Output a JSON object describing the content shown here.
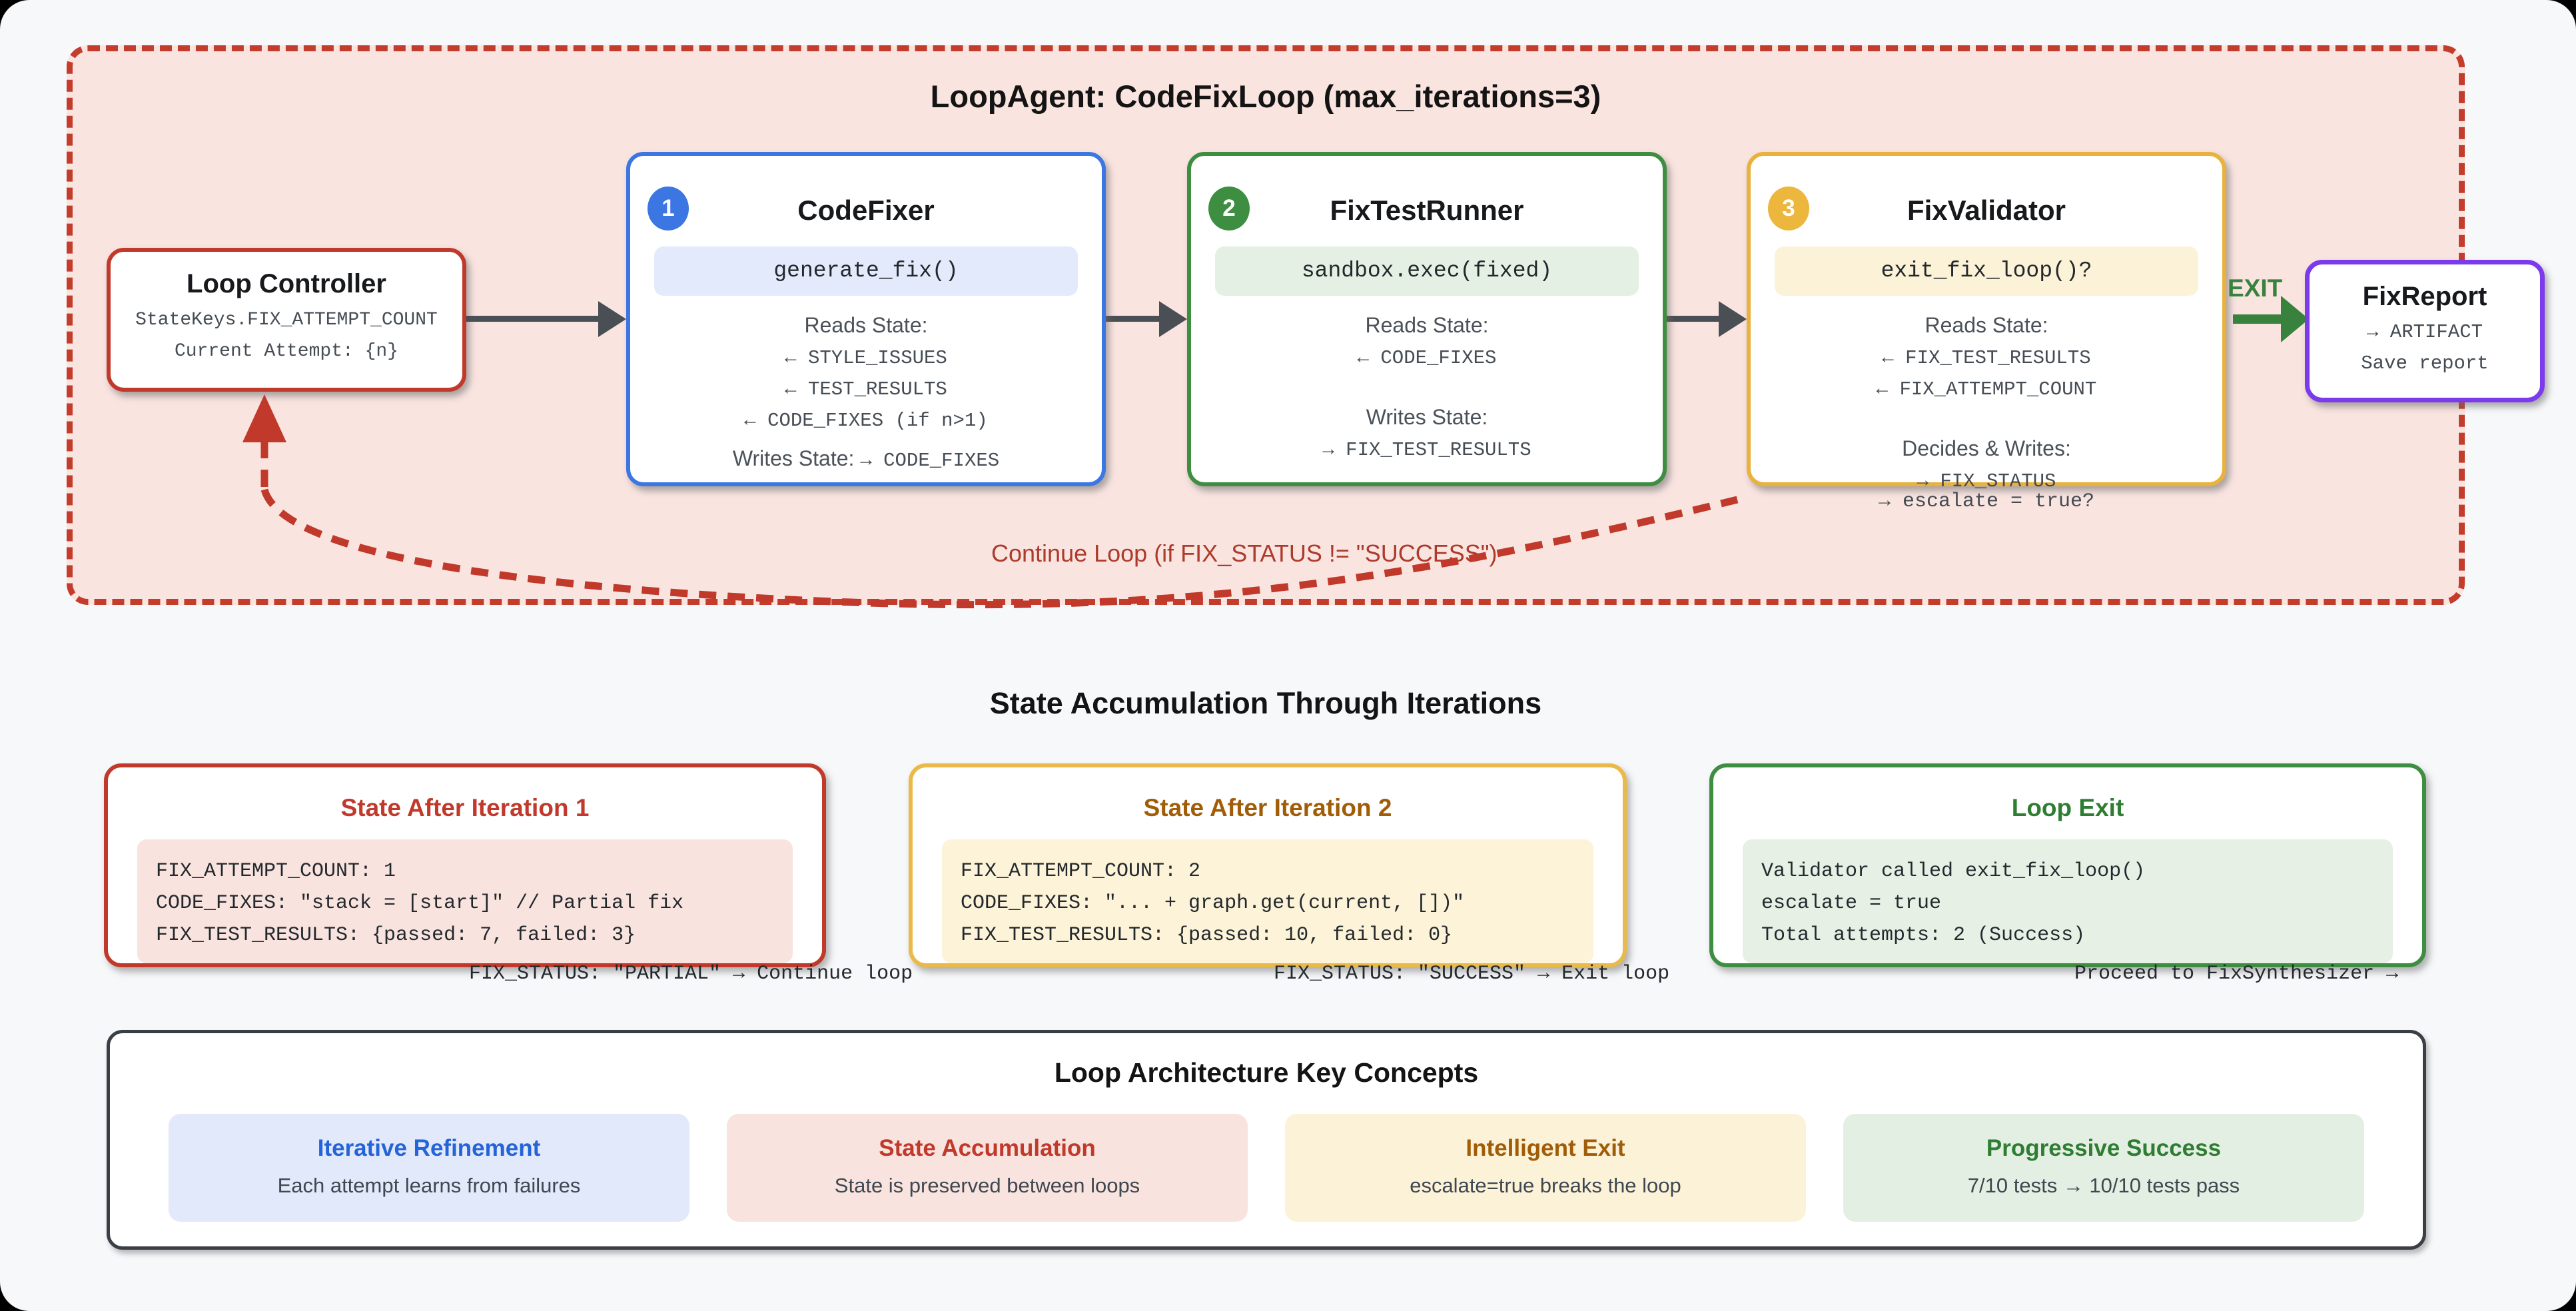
{
  "colors": {
    "page_bg": "#F7F8FA",
    "loop_container_bg": "#F9E4E0",
    "loop_border_red": "#C43C2B",
    "accent_red": "#C0392B",
    "accent_blue": "#3B76E3",
    "accent_green": "#3E8E41",
    "accent_dark_green": "#2E7D32",
    "accent_amber": "#EDB63C",
    "accent_brown": "#A15C07",
    "accent_purple": "#7C3AED",
    "arrow_gray": "#4A4F55"
  },
  "loop": {
    "title": "LoopAgent: CodeFixLoop (max_iterations=3)",
    "continue_label": "Continue Loop (if FIX_STATUS != \"SUCCESS\")",
    "exit_label": "EXIT"
  },
  "controller": {
    "title": "Loop Controller",
    "lines": [
      "StateKeys.FIX_ATTEMPT_COUNT",
      "Current Attempt: {n}"
    ]
  },
  "agents": [
    {
      "badge": "1",
      "title": "CodeFixer",
      "method": "generate_fix()",
      "reads_label": "Reads State:",
      "reads": [
        "← STYLE_ISSUES",
        "← TEST_RESULTS",
        "← CODE_FIXES (if n>1)"
      ],
      "writes_label": "Writes State:",
      "writes_value": "→ CODE_FIXES"
    },
    {
      "badge": "2",
      "title": "FixTestRunner",
      "method": "sandbox.exec(fixed)",
      "reads_label": "Reads State:",
      "reads": [
        "← CODE_FIXES"
      ],
      "writes_label": "Writes State:",
      "writes": [
        "→ FIX_TEST_RESULTS"
      ]
    },
    {
      "badge": "3",
      "title": "FixValidator",
      "method": "exit_fix_loop()?",
      "reads_label": "Reads State:",
      "reads": [
        "← FIX_TEST_RESULTS",
        "← FIX_ATTEMPT_COUNT"
      ],
      "writes_label": "Decides & Writes:",
      "writes": [
        "→ FIX_STATUS"
      ],
      "overflow": "→ escalate = true?"
    }
  ],
  "report": {
    "title": "FixReport",
    "lines": [
      "→ ARTIFACT",
      "Save report"
    ]
  },
  "state_section": {
    "heading": "State Accumulation Through Iterations",
    "cards": [
      {
        "title": "State After Iteration 1",
        "lines": [
          "FIX_ATTEMPT_COUNT: 1",
          "CODE_FIXES: \"stack = [start]\" // Partial fix",
          "FIX_TEST_RESULTS: {passed: 7, failed: 3}"
        ],
        "overflow": "FIX_STATUS: \"PARTIAL\" → Continue loop"
      },
      {
        "title": "State After Iteration 2",
        "lines": [
          "FIX_ATTEMPT_COUNT: 2",
          "CODE_FIXES: \"... + graph.get(current, [])\"",
          "FIX_TEST_RESULTS: {passed: 10, failed: 0}"
        ],
        "overflow": "FIX_STATUS: \"SUCCESS\" → Exit loop"
      },
      {
        "title": "Loop Exit",
        "lines": [
          "Validator called exit_fix_loop()",
          "escalate = true",
          "Total attempts: 2 (Success)"
        ],
        "overflow": "Proceed to FixSynthesizer →"
      }
    ]
  },
  "concepts": {
    "heading": "Loop Architecture Key Concepts",
    "pills": [
      {
        "title": "Iterative Refinement",
        "desc": "Each attempt learns from failures"
      },
      {
        "title": "State Accumulation",
        "desc": "State is preserved between loops"
      },
      {
        "title": "Intelligent Exit",
        "desc": "escalate=true breaks the loop"
      },
      {
        "title": "Progressive Success",
        "desc": "7/10 tests → 10/10 tests pass"
      }
    ]
  }
}
